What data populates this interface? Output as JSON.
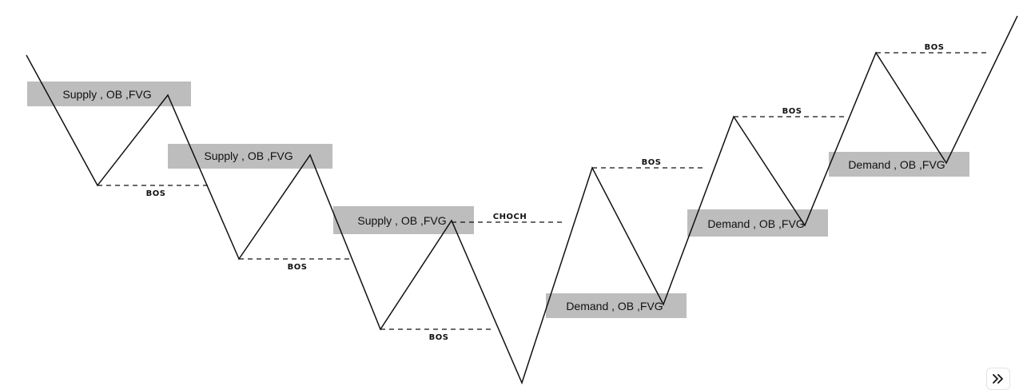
{
  "zones": {
    "supply_1": "Supply , OB ,FVG",
    "supply_2": "Supply , OB ,FVG",
    "supply_3": "Supply , OB ,FVG",
    "demand_1": "Demand , OB ,FVG",
    "demand_2": "Demand , OB ,FVG",
    "demand_3": "Demand , OB ,FVG"
  },
  "levels": {
    "bos_1": "BOS",
    "bos_2": "BOS",
    "bos_3": "BOS",
    "choch": "CHOCH",
    "bos_4": "BOS",
    "bos_5": "BOS",
    "bos_6": "BOS"
  },
  "colors": {
    "zone_fill": "#bdbdbd",
    "line": "#111111"
  },
  "controls": {
    "expand_icon": "double-chevron-right-icon"
  }
}
